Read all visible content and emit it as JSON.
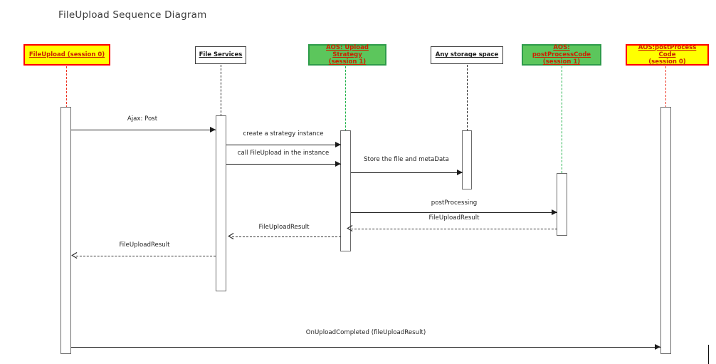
{
  "diagram": {
    "title": "FileUpload Sequence Diagram",
    "type": "uml-sequence-diagram"
  },
  "colors": {
    "session0_fill": "#ffff00",
    "session0_border": "#ff0000",
    "session1_fill": "#5cc65c",
    "session1_border": "#2e9b4a",
    "plain_fill": "#ffffff",
    "plain_border": "#3a3a3a",
    "label_red": "#cc2200",
    "label_black": "#1a1a1a",
    "line_black": "#1b1b1b"
  },
  "participants": [
    {
      "id": "fileupload",
      "label": "FileUpload (session 0)",
      "style": "yellow",
      "lifeline_color": "red"
    },
    {
      "id": "file-services",
      "label": "File Services",
      "style": "white",
      "lifeline_color": "black"
    },
    {
      "id": "upload-strategy",
      "label": "AOS: Upload Strategy\n(session 1)",
      "style": "green",
      "lifeline_color": "green"
    },
    {
      "id": "storage-space",
      "label": "Any storage space",
      "style": "white",
      "lifeline_color": "black"
    },
    {
      "id": "postprocesscode1",
      "label": "AOS: postProcessCode\n(session 1)",
      "style": "green",
      "lifeline_color": "green"
    },
    {
      "id": "postprocesscode0",
      "label": "AOS:postProcess Code\n(session 0)",
      "style": "yellow",
      "lifeline_color": "red"
    }
  ],
  "messages": [
    {
      "id": "m1",
      "label": "Ajax: Post",
      "from": "fileupload",
      "to": "file-services",
      "kind": "call",
      "direction": "right"
    },
    {
      "id": "m2",
      "label": "create a strategy instance",
      "from": "file-services",
      "to": "upload-strategy",
      "kind": "call",
      "direction": "right"
    },
    {
      "id": "m3",
      "label": "call FileUpload in the instance",
      "from": "file-services",
      "to": "upload-strategy",
      "kind": "call",
      "direction": "right"
    },
    {
      "id": "m4",
      "label": "Store the file and metaData",
      "from": "upload-strategy",
      "to": "storage-space",
      "kind": "call",
      "direction": "right"
    },
    {
      "id": "m5",
      "label": "postProcessing",
      "from": "upload-strategy",
      "to": "postprocesscode1",
      "kind": "call",
      "direction": "right"
    },
    {
      "id": "m6",
      "label": "FileUploadResult",
      "from": "postprocesscode1",
      "to": "upload-strategy",
      "kind": "return",
      "direction": "left"
    },
    {
      "id": "m7",
      "label": "FileUploadResult",
      "from": "upload-strategy",
      "to": "file-services",
      "kind": "return",
      "direction": "left"
    },
    {
      "id": "m8",
      "label": "FileUploadResult",
      "from": "file-services",
      "to": "fileupload",
      "kind": "return",
      "direction": "left"
    },
    {
      "id": "m9",
      "label": "OnUploadCompleted (fileUploadResult)",
      "from": "fileupload",
      "to": "postprocesscode0",
      "kind": "call",
      "direction": "right"
    }
  ]
}
